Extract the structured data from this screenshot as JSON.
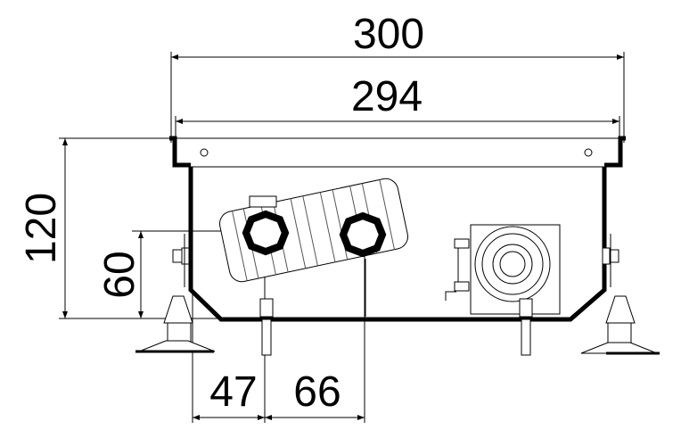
{
  "dimensions": {
    "overall_width": "300",
    "inner_width": "294",
    "overall_height": "120",
    "pipe_height": "60",
    "pipe_offset_1": "47",
    "pipe_spacing": "66"
  },
  "colors": {
    "line": "#000000",
    "fill": "#ffffff",
    "part": "#e6e6e6"
  }
}
